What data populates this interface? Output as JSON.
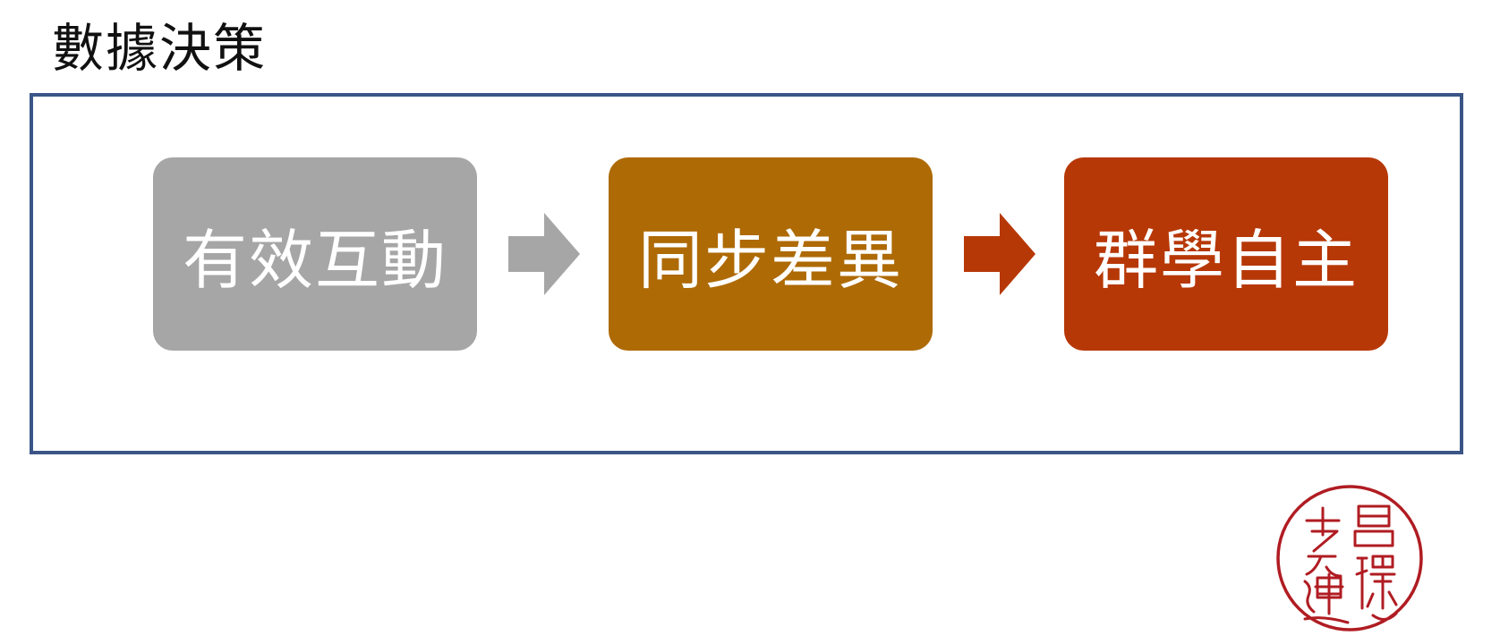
{
  "title": "數據決策",
  "frame_color": "#3b5587",
  "steps": [
    {
      "label": "有效互動",
      "color": "#a6a6a6"
    },
    {
      "label": "同步差異",
      "color": "#ae6a05"
    },
    {
      "label": "群學自主",
      "color": "#b73807"
    }
  ],
  "arrows": [
    {
      "icon": "right-arrow-icon",
      "color": "#a6a6a6"
    },
    {
      "icon": "right-arrow-icon",
      "color": "#b73807"
    }
  ],
  "seal": {
    "icon": "seal-stamp-icon",
    "color": "#b01c22",
    "characters": [
      "昌",
      "環",
      "老",
      "運"
    ]
  }
}
